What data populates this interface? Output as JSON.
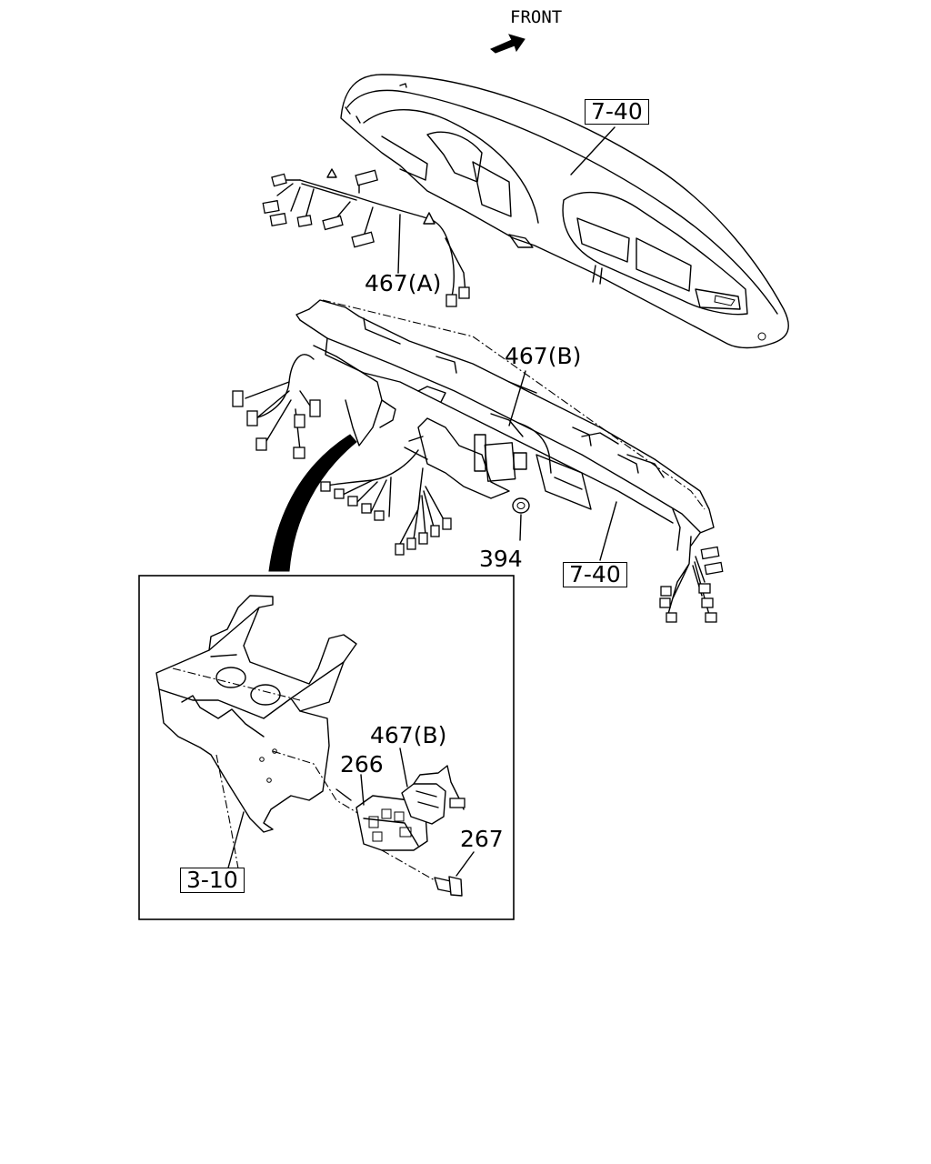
{
  "orientation_label": "FRONT",
  "callouts": {
    "dash_panel_top": "7-40",
    "harness_a": "467(A)",
    "harness_b_main": "467(B)",
    "clip": "394",
    "dash_reinforcement": "7-40",
    "bracket": "3-10",
    "harness_b_detail": "467(B)",
    "module": "266",
    "bolt": "267"
  },
  "icons": [
    "front-arrow-icon"
  ]
}
